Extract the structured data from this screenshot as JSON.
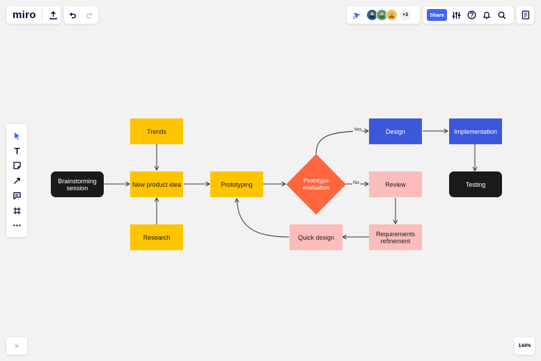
{
  "app": {
    "logo_text": "miro",
    "brand_color": "#4262ff"
  },
  "header": {
    "share_label": "Share",
    "more_collaborators": "+3"
  },
  "footer": {
    "collapse_label": "»",
    "zoom": "144%"
  },
  "flowchart": {
    "nodes": {
      "brainstorming": "Brainstorming session",
      "trends": "Trends",
      "new_product_idea": "New product idea",
      "research": "Research",
      "prototyping": "Prototyping",
      "prototype_evaluation": "Prototype evaluation",
      "design": "Design",
      "implementation": "Implementation",
      "testing": "Testing",
      "review": "Review",
      "requirements_refinement": "Requirements refinement",
      "quick_design": "Quick design"
    },
    "edge_labels": {
      "yes": "Yes",
      "no": "No"
    },
    "colors": {
      "yellow": "#ffc400",
      "black": "#1a1a1a",
      "blue": "#3d57db",
      "pink": "#fbbcbc",
      "diamond": "#ff6640"
    }
  },
  "icons": {
    "upload": "upload-icon",
    "undo": "undo-icon",
    "redo": "redo-icon",
    "reactions": "reactions-icon",
    "settings": "settings-icon",
    "help": "help-icon",
    "notifications": "bell-icon",
    "search": "search-icon",
    "notes": "notes-icon",
    "select": "cursor-icon",
    "text": "text-icon",
    "sticky": "sticky-note-icon",
    "connector": "connector-icon",
    "comment": "comment-icon",
    "frame": "frame-icon",
    "more": "more-icon"
  }
}
